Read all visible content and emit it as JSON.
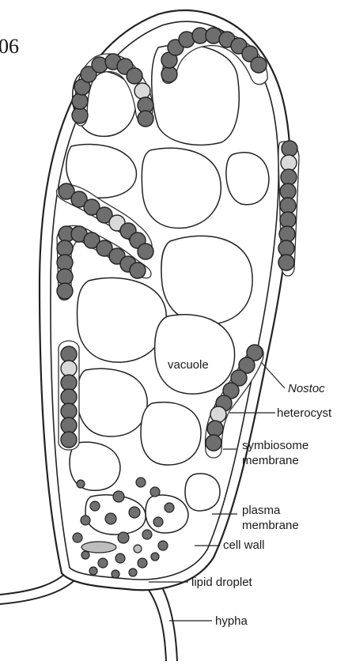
{
  "fragment_text": "06",
  "labels": {
    "vacuole": "vacuole",
    "nostoc": "Nostoc",
    "heterocyst": "heterocyst",
    "symbiosome_line1": "symbiosome",
    "symbiosome_line2": "membrane",
    "plasma_line1": "plasma",
    "plasma_line2": "membrane",
    "cell_wall": "cell wall",
    "lipid_droplet": "lipid droplet",
    "hypha": "hypha"
  },
  "colors": {
    "outline": "#222222",
    "cyanobacterium_cell": "#6e6e6e",
    "heterocyst": "#d9d9d9",
    "lipid_droplet": "#707070",
    "background": "#ffffff"
  }
}
